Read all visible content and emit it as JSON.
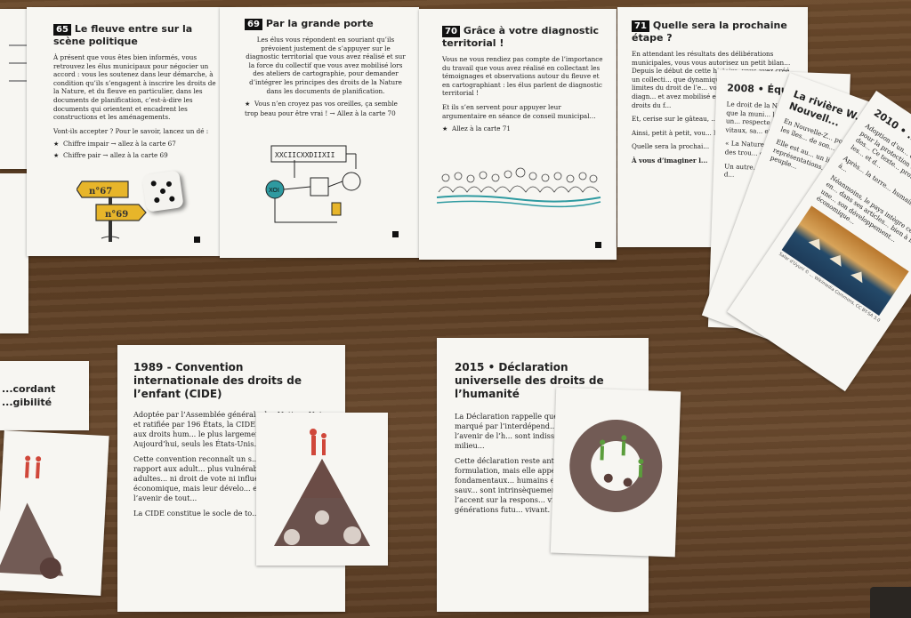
{
  "cards": {
    "c65": {
      "num": "65",
      "title": "Le fleuve entre sur la scène politique",
      "body": "À présent que vous êtes bien informés, vous retrouvez les élus municipaux pour négocier un accord : vous les soutenez dans leur démarche, à condition qu’ils s’engagent à inscrire les droits de la Nature, et du fleuve en particulier, dans les documents de planification, c’est-à-dire les documents qui orientent et encadrent les constructions et les aménagements.",
      "question": "Vont-ils accepter ? Pour le savoir, lancez un dé :",
      "opt1": "Chiffre impair → allez à la carte 67",
      "opt2": "Chiffre pair → allez à la carte 69",
      "sign1": "n°67",
      "sign2": "n°69"
    },
    "c69": {
      "num": "69",
      "title": "Par la grande porte",
      "body": "Les élus vous répondent en souriant qu’ils prévoient justement de s’appuyer sur le diagnostic territorial que vous avez réalisé et sur la force du collectif que vous avez mobilisé lors des ateliers de cartographie, pour demander d’intégrer les principes des droits de la Nature dans les documents de planification.",
      "opt": "Vous n’en croyez pas vos oreilles, ça semble trop beau pour être vrai ! → Allez à la carte 70",
      "sketch": "XXCIICXXDIIXII",
      "node": "XOI"
    },
    "c70": {
      "num": "70",
      "title": "Grâce à votre diagnostic territorial !",
      "body": "Vous ne vous rendiez pas compte de l’importance du travail que vous avez réalisé en collectant les témoignages et observations autour du fleuve et en cartographiant : les élus parlent de diagnostic territorial !",
      "body2": "Et ils s’en servent pour appuyer leur argumentaire en séance de conseil municipal…",
      "opt": "Allez à la carte 71"
    },
    "c71": {
      "num": "71",
      "title": "Quelle sera la prochaine étape ?",
      "body": "En attendant les résultats des délibérations municipales, vous vous autorisez un petit bilan… Depuis le début de cette histoire, vous avez créé un collecti... que dynamique, vous vou... aux limites du droit de l’e... vous avez réalisé un diagn... et avez mobilisé et sensi... en faveur des droits du f...",
      "body2": "Et, cerise sur le gâteau, ...",
      "body3": "Ainsi, petit à petit, vou... les droits de la Nature...",
      "body4": "Quelle sera la prochai...",
      "body5": "À vous d’imaginer l..."
    },
    "c2008": {
      "title": "2008 • Équate",
      "body": "Le droit de la Natu... finalement que la muni... la motion et lance un... respecte inté... et le maintie... vitaux, sa... et ses pr...",
      "body2": "« La Nature ou... se réalise la... l’es des trou... et poursuit...",
      "body3": "Un autre... juridique et pratique d..."
    },
    "c_riviere": {
      "title": "La rivière W... en Nouvell...",
      "body": "En Nouvelle-Z... poste au sour... et les îles... de son... et ...",
      "body2": "Elle est au... un lieu sp... représentations... sa lutte... du peuple..."
    },
    "c2010": {
      "title": "2010 • ...",
      "body": "Adoption d’un... de la Terre Mère... pour la protection de la... la terre et des... Ce texte... protection... tout... les... et d...",
      "body2": "Après... la terre... humaines... visant à...",
      "body3": "Néanmoins, le pays intègre cette loi en... dans ses articles... bien à la fois une... son développement... économique...",
      "photo_caption": "Salar d'Uyuni © ... Wikimedia Commons, CC BY-SA 3.0"
    },
    "c1989": {
      "title": "1989 - Convention internationale des droits de l’enfant (CIDE)",
      "body": "Adoptée par l’Assemblée générale des Nations Unies et ratifiée par 196 États, la CIDE est le traité relatif aux droits hum... le plus largement adopté de l’his... Aujourd’hui, seuls les États-Unis... à l’appel.",
      "body2": "Cette convention reconnaît un s... aux enfants par rapport aux adult... plus vulnérables que les adultes... ni droit de vote ni influence poli... ou économique, mais leur dévelo... est crucial pour l’avenir de tout...",
      "body3": "La CIDE constitue le socle de to... de l’UNICEF."
    },
    "c2015": {
      "title": "2015 • Déclaration universelle des droits de l’humanité",
      "body": "La Déclaration rappelle que la Terr... un tout marqué par l’interdépend... et que l’existence et l’avenir de l’h... sont indissociables de son milieu...",
      "body2": "Cette déclaration reste anthrop... sa formulation, mais elle appelle... « que les droits fondamentaux... humains et les devoirs de sauv... sont intrinsèquement interdé... et met l’accent sur la respons... vis-à-vis des générations futu... vivant."
    },
    "left_edge": {
      "text1": "...cordant",
      "text2": "...gibilité"
    }
  },
  "colors": {
    "table": "#5e4026",
    "card": "#f7f6f2",
    "sign": "#e7b52a",
    "teal": "#2e9aa0",
    "red": "#d0473a",
    "green": "#5b9d3c",
    "animal": "#5a3f3a"
  }
}
